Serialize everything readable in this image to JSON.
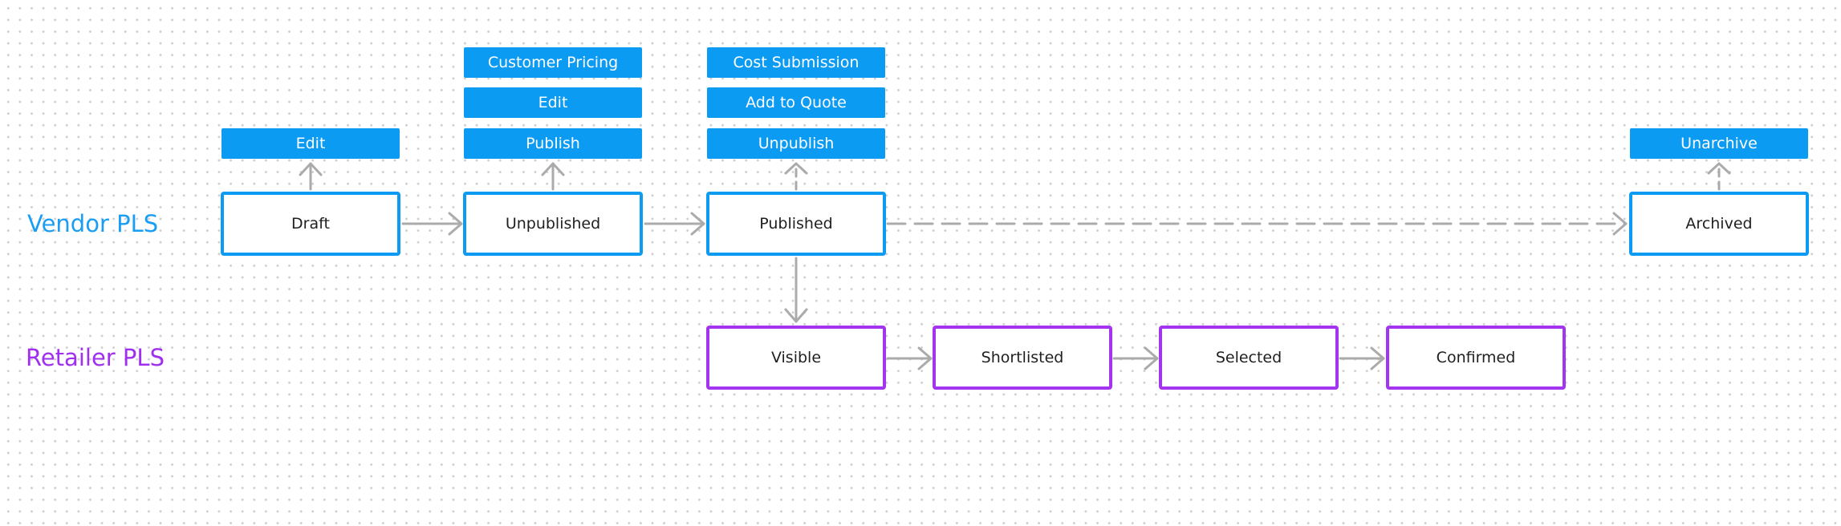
{
  "lanes": {
    "vendor": "Vendor PLS",
    "retailer": "Retailer PLS"
  },
  "vendor_states": {
    "draft": "Draft",
    "unpublished": "Unpublished",
    "published": "Published",
    "archived": "Archived"
  },
  "retailer_states": {
    "visible": "Visible",
    "shortlisted": "Shortlisted",
    "selected": "Selected",
    "confirmed": "Confirmed"
  },
  "actions": {
    "draft": [
      "Edit"
    ],
    "unpublished": [
      "Customer Pricing",
      "Edit",
      "Publish"
    ],
    "published": [
      "Cost Submission",
      "Add to Quote",
      "Unpublish"
    ],
    "archived": [
      "Unarchive"
    ]
  },
  "colors": {
    "vendor": "#0c9bf2",
    "retailer": "#a334ef",
    "arrow": "#ababab",
    "action_text": "#ffffff"
  }
}
